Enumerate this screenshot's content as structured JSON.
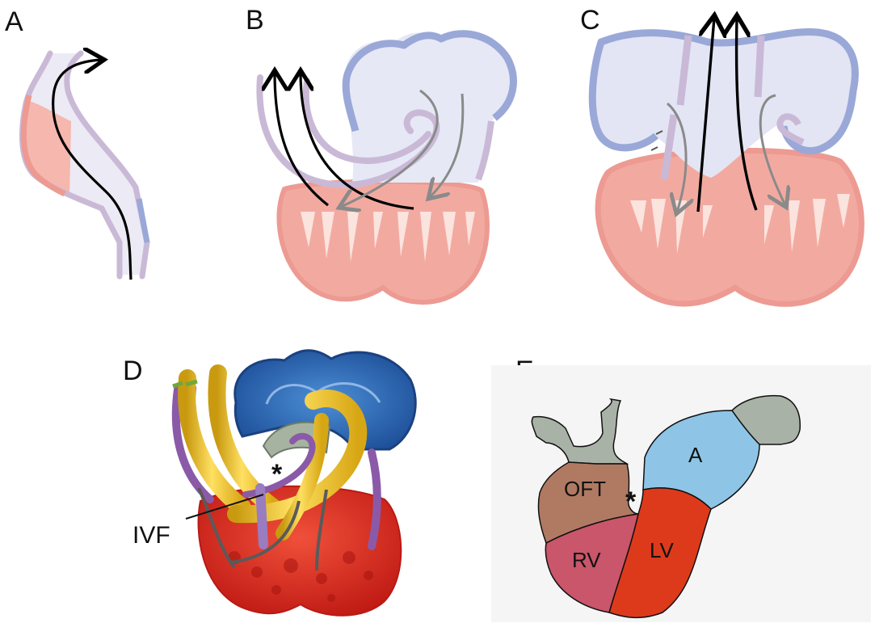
{
  "panels": {
    "a": {
      "letter": "A"
    },
    "b": {
      "letter": "B"
    },
    "c": {
      "letter": "C"
    },
    "d": {
      "letter": "D",
      "callout": "IVF",
      "marker": "*"
    },
    "e": {
      "letter": "E",
      "marker": "*",
      "regions": {
        "oft": "OFT",
        "rv": "RV",
        "lv": "LV",
        "a": "A"
      }
    }
  },
  "colors": {
    "tube_outline": "#c9b9d6",
    "atrium_fill": "#e6e8f5",
    "atrium_outline": "#9aa8d8",
    "ventricle_fill": "#f2aaa0",
    "ventricle_outline": "#ec9a92",
    "trabeculae": "#fbe3de",
    "arrow_black": "#000000",
    "arrow_grey": "#8a8a8a",
    "d_yellow": "#f0c424",
    "d_blue": "#2f6fb8",
    "d_purple": "#8a5aa8",
    "d_red": "#d9281f",
    "e_oft": "#b07a62",
    "e_rv": "#c9566a",
    "e_lv": "#dd3a1c",
    "e_atrium": "#8ec5e6",
    "e_vessel": "#a9b2a6"
  }
}
